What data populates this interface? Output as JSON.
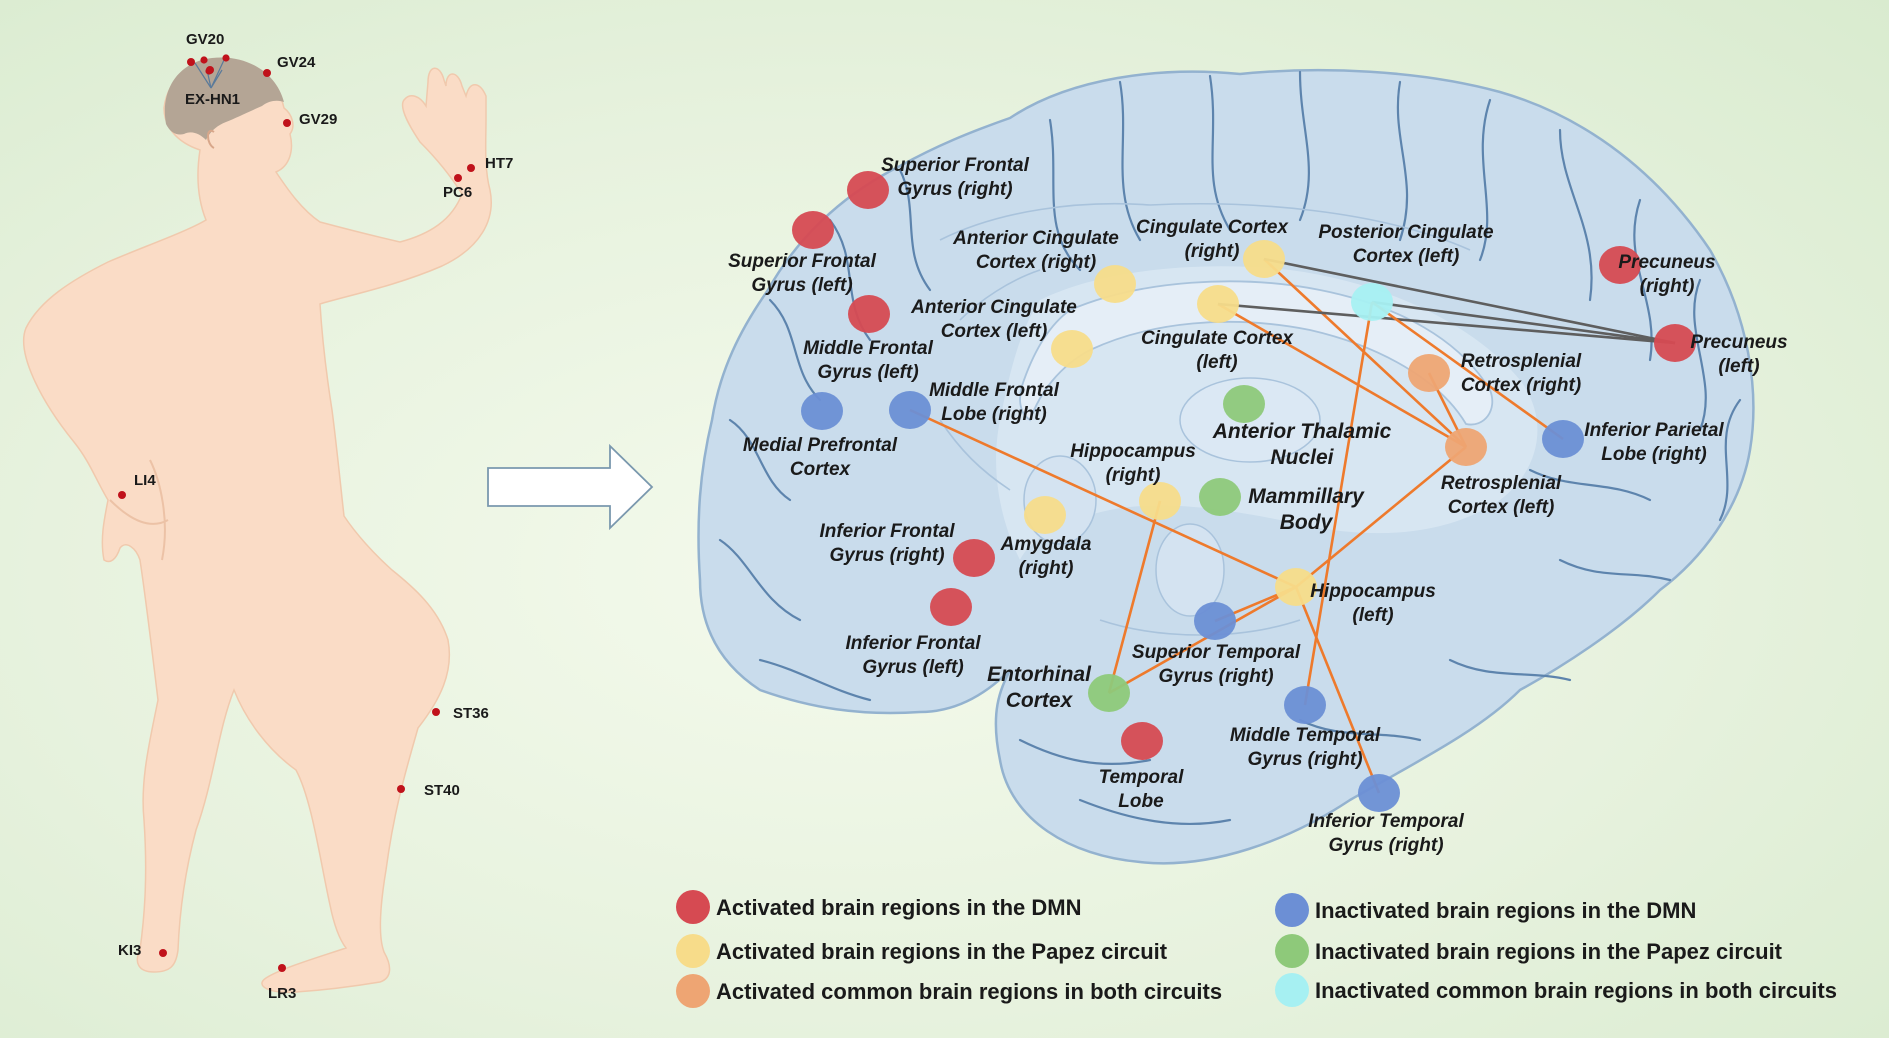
{
  "acupoints": [
    {
      "id": "gv20",
      "label": "GV20"
    },
    {
      "id": "gv24",
      "label": "GV24"
    },
    {
      "id": "exhn1",
      "label": "EX-HN1"
    },
    {
      "id": "gv29",
      "label": "GV29"
    },
    {
      "id": "ht7",
      "label": "HT7"
    },
    {
      "id": "pc6",
      "label": "PC6"
    },
    {
      "id": "li4",
      "label": "LI4"
    },
    {
      "id": "st36",
      "label": "ST36"
    },
    {
      "id": "st40",
      "label": "ST40"
    },
    {
      "id": "ki3",
      "label": "KI3"
    },
    {
      "id": "lr3",
      "label": "LR3"
    }
  ],
  "brain_regions": {
    "superior_frontal_gyrus_right": {
      "line1": "Superior Frontal",
      "line2": "Gyrus (right)",
      "category": "activated_dmn"
    },
    "superior_frontal_gyrus_left": {
      "line1": "Superior Frontal",
      "line2": "Gyrus (left)",
      "category": "activated_dmn"
    },
    "middle_frontal_gyrus_left": {
      "line1": "Middle Frontal",
      "line2": "Gyrus (left)",
      "category": "activated_dmn"
    },
    "medial_prefrontal_cortex": {
      "line1": "Medial Prefrontal",
      "line2": "Cortex",
      "category": "inactivated_dmn"
    },
    "middle_frontal_lobe_right": {
      "line1": "Middle Frontal",
      "line2": "Lobe (right)",
      "category": "inactivated_dmn"
    },
    "anterior_cingulate_cortex_right": {
      "line1": "Anterior Cingulate",
      "line2": "Cortex (right)",
      "category": "activated_papez"
    },
    "anterior_cingulate_cortex_left": {
      "line1": "Anterior Cingulate",
      "line2": "Cortex (left)",
      "category": "activated_papez"
    },
    "cingulate_cortex_right": {
      "line1": "Cingulate Cortex",
      "line2": "(right)",
      "category": "activated_papez"
    },
    "cingulate_cortex_left": {
      "line1": "Cingulate Cortex",
      "line2": "(left)",
      "category": "activated_papez"
    },
    "posterior_cingulate_cortex_left": {
      "line1": "Posterior Cingulate",
      "line2": "Cortex (left)",
      "category": "inactivated_common"
    },
    "precuneus_right": {
      "line1": "Precuneus",
      "line2": "(right)",
      "category": "activated_dmn"
    },
    "precuneus_left": {
      "line1": "Precuneus",
      "line2": "(left)",
      "category": "activated_dmn"
    },
    "retrosplenial_cortex_right": {
      "line1": "Retrosplenial",
      "line2": "Cortex (right)",
      "category": "activated_common"
    },
    "retrosplenial_cortex_left": {
      "line1": "Retrosplenial",
      "line2": "Cortex (left)",
      "category": "activated_common"
    },
    "inferior_parietal_lobe_right": {
      "line1": "Inferior Parietal",
      "line2": "Lobe (right)",
      "category": "inactivated_dmn"
    },
    "anterior_thalamic_nuclei": {
      "line1": "Anterior Thalamic",
      "line2": "Nuclei",
      "category": "inactivated_papez"
    },
    "mammillary_body": {
      "line1": "Mammillary",
      "line2": "Body",
      "category": "inactivated_papez"
    },
    "hippocampus_right": {
      "line1": "Hippocampus",
      "line2": "(right)",
      "category": "activated_papez"
    },
    "amygdala_right": {
      "line1": "Amygdala",
      "line2": "(right)",
      "category": "activated_papez"
    },
    "inferior_frontal_gyrus_right": {
      "line1": "Inferior Frontal",
      "line2": "Gyrus (right)",
      "category": "activated_dmn"
    },
    "inferior_frontal_gyrus_left": {
      "line1": "Inferior Frontal",
      "line2": "Gyrus (left)",
      "category": "activated_dmn"
    },
    "hippocampus_left": {
      "line1": "Hippocampus",
      "line2": "(left)",
      "category": "activated_papez"
    },
    "superior_temporal_gyrus_right": {
      "line1": "Superior Temporal",
      "line2": "Gyrus (right)",
      "category": "inactivated_dmn"
    },
    "entorhinal_cortex": {
      "line1": "Entorhinal",
      "line2": "Cortex",
      "category": "inactivated_papez"
    },
    "temporal_lobe": {
      "line1": "Temporal",
      "line2": "Lobe",
      "category": "activated_dmn"
    },
    "middle_temporal_gyrus_right": {
      "line1": "Middle Temporal",
      "line2": "Gyrus (right)",
      "category": "inactivated_dmn"
    },
    "inferior_temporal_gyrus_right": {
      "line1": "Inferior Temporal",
      "line2": "Gyrus (right)",
      "category": "inactivated_dmn"
    }
  },
  "categories": {
    "activated_dmn": {
      "color": "#d64a52"
    },
    "activated_papez": {
      "color": "#f7dc8a"
    },
    "activated_common": {
      "color": "#eea573"
    },
    "inactivated_dmn": {
      "color": "#6c8fd5"
    },
    "inactivated_papez": {
      "color": "#8ec97a"
    },
    "inactivated_common": {
      "color": "#a6f0f2"
    }
  },
  "connection_colors": {
    "orange": "#ee7a2c",
    "gray": "#5e5e5e"
  },
  "connections": [
    {
      "from": "middle_frontal_lobe_right",
      "to": "hippocampus_left",
      "color": "orange"
    },
    {
      "from": "cingulate_cortex_right",
      "to": "retrosplenial_cortex_left",
      "color": "orange"
    },
    {
      "from": "cingulate_cortex_right",
      "to": "precuneus_left",
      "color": "gray"
    },
    {
      "from": "cingulate_cortex_left",
      "to": "retrosplenial_cortex_left",
      "color": "orange"
    },
    {
      "from": "cingulate_cortex_left",
      "to": "precuneus_left",
      "color": "gray"
    },
    {
      "from": "posterior_cingulate_cortex_left",
      "to": "precuneus_left",
      "color": "gray"
    },
    {
      "from": "posterior_cingulate_cortex_left",
      "to": "inferior_parietal_lobe_right",
      "color": "orange"
    },
    {
      "from": "posterior_cingulate_cortex_left",
      "to": "middle_temporal_gyrus_right",
      "color": "orange"
    },
    {
      "from": "retrosplenial_cortex_right",
      "to": "retrosplenial_cortex_left",
      "color": "orange"
    },
    {
      "from": "retrosplenial_cortex_left",
      "to": "hippocampus_left",
      "color": "orange"
    },
    {
      "from": "hippocampus_right",
      "to": "entorhinal_cortex",
      "color": "orange"
    },
    {
      "from": "entorhinal_cortex",
      "to": "hippocampus_left",
      "color": "orange"
    },
    {
      "from": "superior_temporal_gyrus_right",
      "to": "hippocampus_left",
      "color": "orange"
    },
    {
      "from": "hippocampus_left",
      "to": "inferior_temporal_gyrus_right",
      "color": "orange"
    }
  ],
  "legend": [
    {
      "category": "activated_dmn",
      "label": "Activated brain regions in the DMN"
    },
    {
      "category": "activated_papez",
      "label": "Activated brain regions in the Papez circuit"
    },
    {
      "category": "activated_common",
      "label": "Activated common brain regions in both circuits"
    },
    {
      "category": "inactivated_dmn",
      "label": "Inactivated brain regions in the DMN"
    },
    {
      "category": "inactivated_papez",
      "label": "Inactivated brain regions in the Papez circuit"
    },
    {
      "category": "inactivated_common",
      "label": "Inactivated common brain regions in both circuits"
    }
  ]
}
